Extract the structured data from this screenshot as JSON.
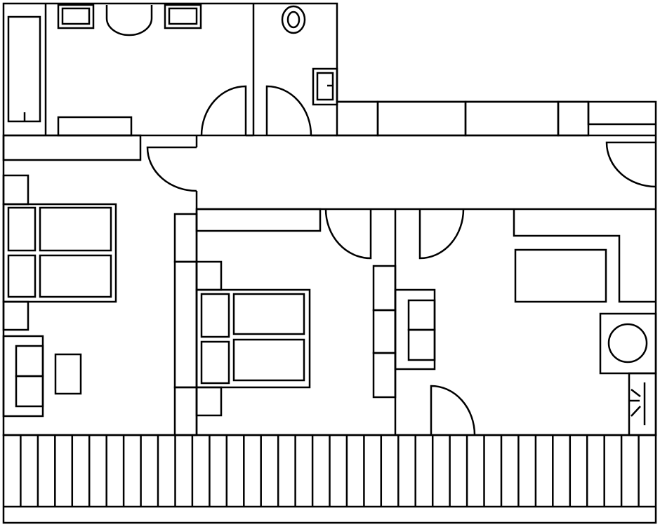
{
  "diagram": {
    "kind": "floor-plan",
    "line_color": "#000000",
    "background_color": "#ffffff",
    "rooms": [
      "bathroom",
      "wc",
      "hallway",
      "bedroom-left",
      "bedroom-middle",
      "living-kitchen",
      "terrace"
    ],
    "furniture": [
      "bathtub",
      "double-washbasin",
      "toilet",
      "small-washbasin",
      "double-bed",
      "sofa",
      "table",
      "wardrobe",
      "washing-machine",
      "cooker"
    ],
    "terrace_slats": 38
  }
}
